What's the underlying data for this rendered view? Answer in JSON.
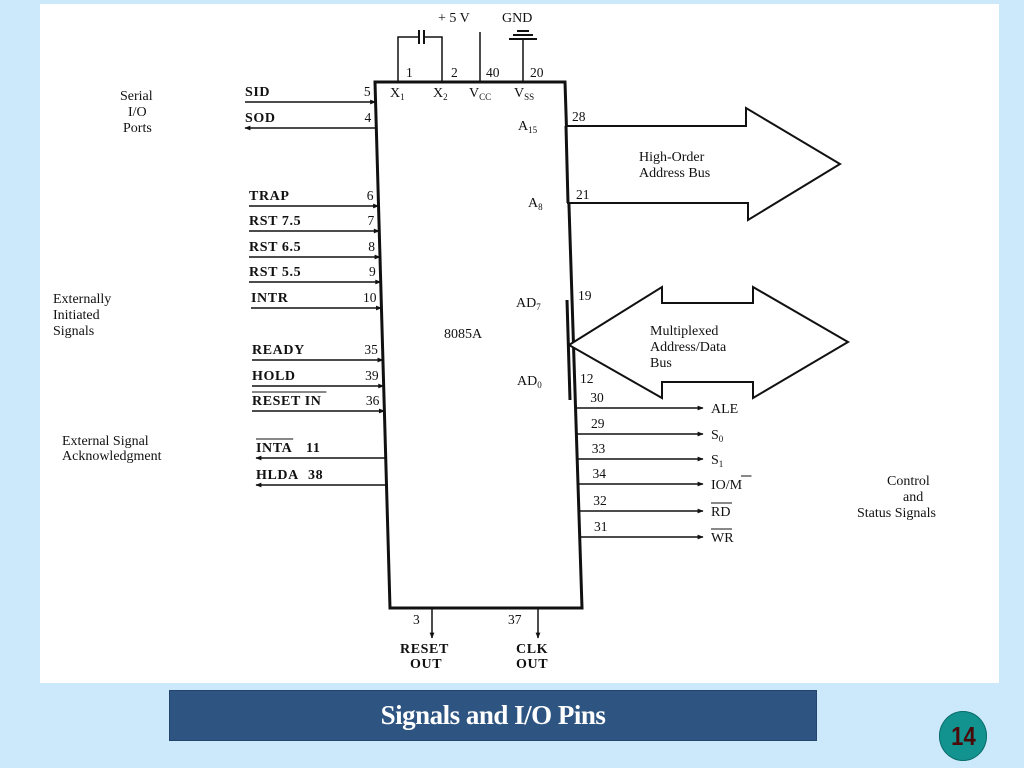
{
  "slide": {
    "title": "Signals and I/O Pins",
    "page_number": "14",
    "colors": {
      "background": "#CCE8FB",
      "panel": "#FFFFFF",
      "title_bar": "#2E5481",
      "title_text": "#FFFFFF",
      "badge": "#12938F",
      "badge_text": "#4A0A0A"
    }
  },
  "diagram": {
    "chip_name": "8085A",
    "top": {
      "supply_labels": {
        "vcc": "+ 5 V",
        "gnd": "GND"
      },
      "pins": [
        {
          "num": "1",
          "name": "X",
          "sub": "1"
        },
        {
          "num": "2",
          "name": "X",
          "sub": "2"
        },
        {
          "num": "40",
          "name": "V",
          "sub": "CC"
        },
        {
          "num": "20",
          "name": "V",
          "sub": "SS"
        }
      ]
    },
    "groups": {
      "serial": [
        "Serial",
        "I/O",
        "Ports"
      ],
      "external_init": [
        "Externally",
        "Initiated",
        "Signals"
      ],
      "external_ack": [
        "External Signal",
        "Acknowledgment"
      ],
      "control_status": [
        "Control",
        "and",
        "Status Signals"
      ],
      "high_order_bus": [
        "High-Order",
        "Address Bus"
      ],
      "mux_bus": [
        "Multiplexed",
        "Address/Data",
        "Bus"
      ]
    },
    "left_pins": [
      {
        "name": "SID",
        "num": "5",
        "dir": "in"
      },
      {
        "name": "SOD",
        "num": "4",
        "dir": "out"
      },
      {
        "name": "TRAP",
        "num": "6",
        "dir": "in"
      },
      {
        "name": "RST 7.5",
        "num": "7",
        "dir": "in"
      },
      {
        "name": "RST 6.5",
        "num": "8",
        "dir": "in"
      },
      {
        "name": "RST 5.5",
        "num": "9",
        "dir": "in"
      },
      {
        "name": "INTR",
        "num": "10",
        "dir": "in"
      },
      {
        "name": "READY",
        "num": "35",
        "dir": "in"
      },
      {
        "name": "HOLD",
        "num": "39",
        "dir": "in"
      },
      {
        "name": "RESET IN",
        "num": "36",
        "dir": "in",
        "active_low": true
      },
      {
        "name": "INTA",
        "num": "11",
        "dir": "out",
        "active_low": true
      },
      {
        "name": "HLDA",
        "num": "38",
        "dir": "out"
      }
    ],
    "bus_pins": {
      "a15": {
        "name": "A",
        "sub": "15",
        "num": "28"
      },
      "a8": {
        "name": "A",
        "sub": "8",
        "num": "21"
      },
      "ad7": {
        "name": "AD",
        "sub": "7",
        "num": "19"
      },
      "ad0": {
        "name": "AD",
        "sub": "0",
        "num": "12"
      }
    },
    "right_pins": [
      {
        "name": "ALE",
        "num": "30"
      },
      {
        "name": "S",
        "sub": "0",
        "num": "29"
      },
      {
        "name": "S",
        "sub": "1",
        "num": "33"
      },
      {
        "name": "IO/",
        "name_bar": "M",
        "num": "34"
      },
      {
        "name_bar": "RD",
        "num": "32"
      },
      {
        "name_bar": "WR",
        "num": "31"
      }
    ],
    "bottom_pins": [
      {
        "num": "3",
        "label": [
          "RESET",
          "OUT"
        ]
      },
      {
        "num": "37",
        "label": [
          "CLK",
          "OUT"
        ]
      }
    ]
  }
}
